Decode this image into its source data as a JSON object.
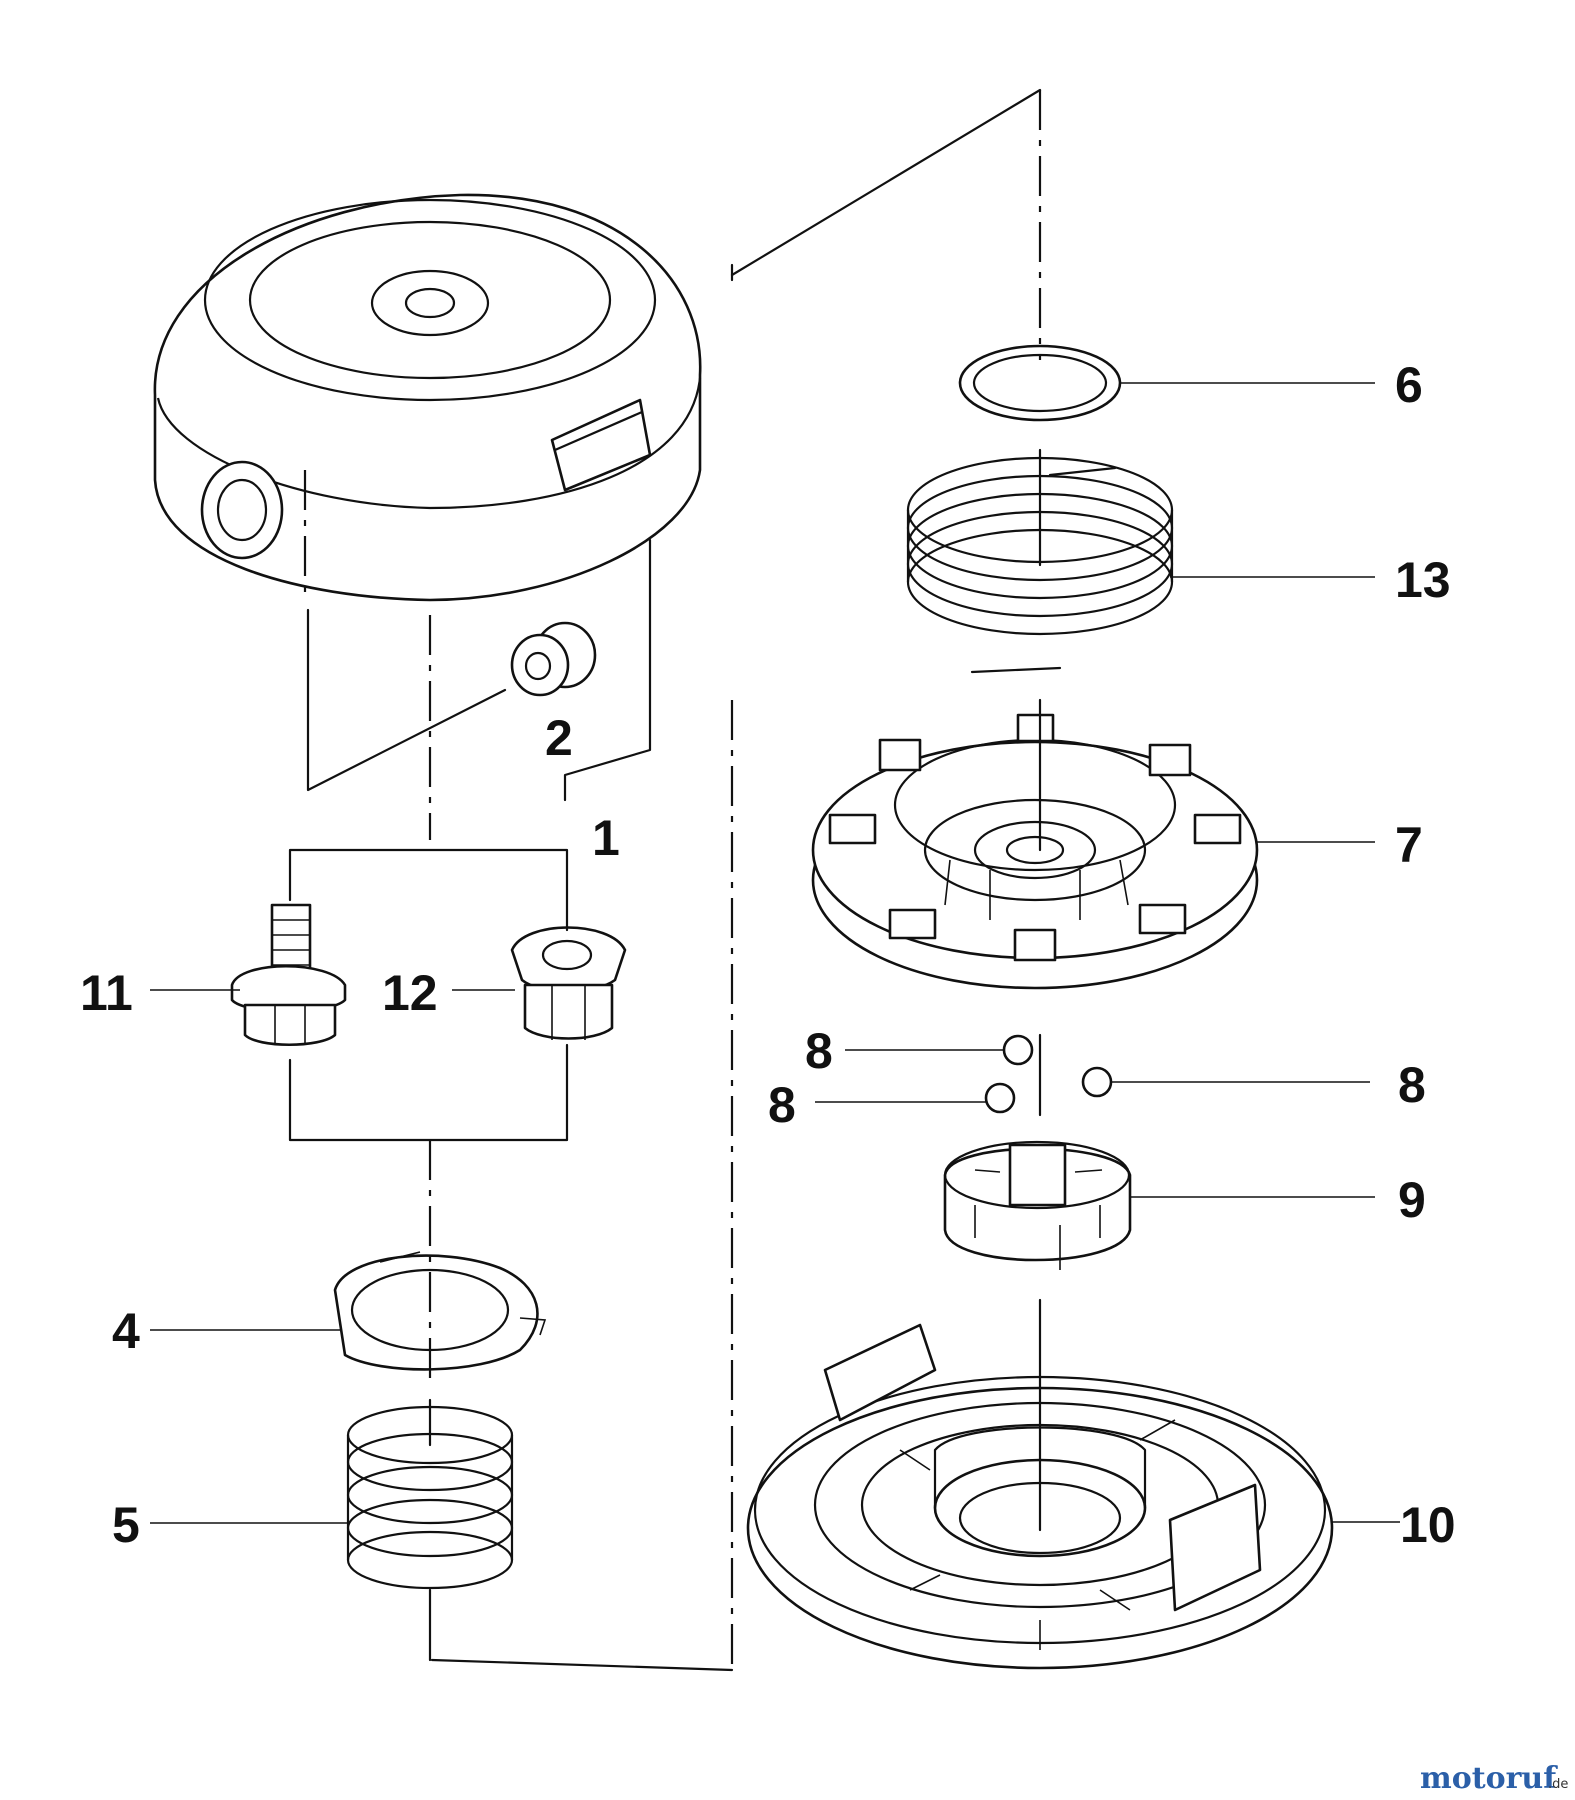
{
  "labels": {
    "p1": "1",
    "p2": "2",
    "p4": "4",
    "p5": "5",
    "p6": "6",
    "p7": "7",
    "p8a": "8",
    "p8b": "8",
    "p8c": "8",
    "p9": "9",
    "p10": "10",
    "p11": "11",
    "p12": "12",
    "p13": "13"
  },
  "watermark": {
    "main": "motoruf",
    "suffix": ".de"
  },
  "colors": {
    "ink": "#111111",
    "watermark_a": "#2b5fa8",
    "watermark_b": "#c0302a",
    "watermark_c": "#e5a01a",
    "watermark_d": "#3a8a3a"
  }
}
